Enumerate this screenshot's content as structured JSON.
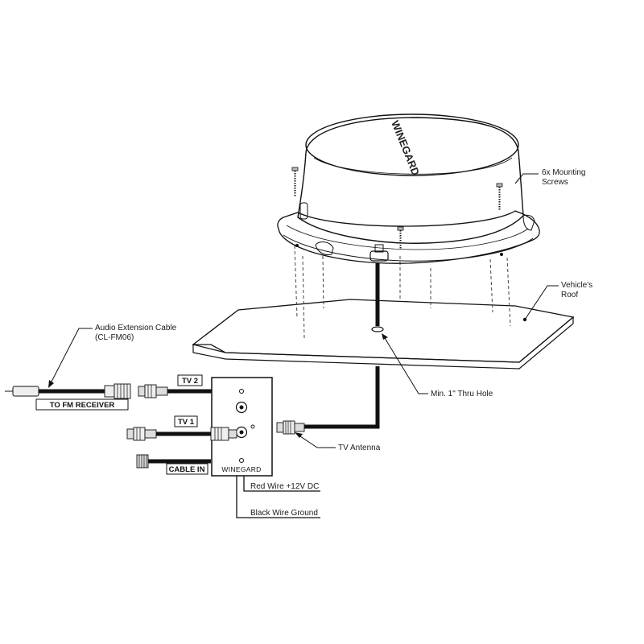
{
  "labels": {
    "mounting_screws_line1": "6x Mounting",
    "mounting_screws_line2": "Screws",
    "vehicle_roof_line1": "Vehicle's",
    "vehicle_roof_line2": "Roof",
    "audio_cable_line1": "Audio Extension Cable",
    "audio_cable_line2": "(CL-FM06)",
    "thru_hole": "Min. 1\" Thru Hole",
    "tv_antenna": "TV Antenna",
    "red_wire": "Red Wire +12V DC",
    "black_wire": "Black Wire Ground"
  },
  "boxed_labels": {
    "tv2": "TV 2",
    "tv1": "TV 1",
    "to_fm_receiver": "TO FM RECEIVER",
    "cable_in": "CABLE IN"
  },
  "wall_plate": {
    "brand": "WINEGARD"
  },
  "antenna": {
    "brand": "WINEGARD"
  },
  "colors": {
    "line": "#111111",
    "background": "#ffffff",
    "dome_fill": "#f4f4f4"
  },
  "icons": [
    "antenna-dome",
    "mounting-screw",
    "coax-f-connector",
    "wall-plate"
  ]
}
